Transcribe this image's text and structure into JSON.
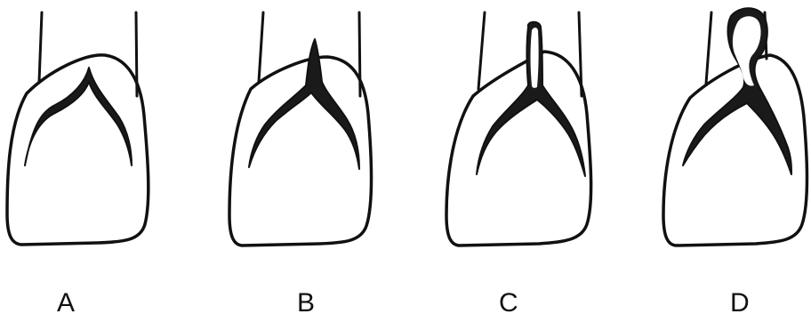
{
  "figure": {
    "panels": [
      {
        "id": "A",
        "label": "A"
      },
      {
        "id": "B",
        "label": "B"
      },
      {
        "id": "C",
        "label": "C"
      },
      {
        "id": "D",
        "label": "D"
      }
    ],
    "colors": {
      "ink": "#111111",
      "background": "#ffffff"
    }
  }
}
